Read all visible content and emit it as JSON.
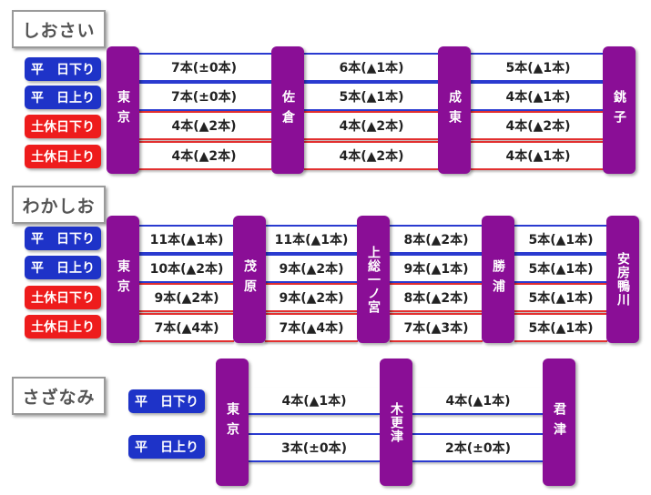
{
  "sections": [
    {
      "name": "しおさい",
      "rows": [
        "平　日下り",
        "平　日上り",
        "土休日下り",
        "土休日上り"
      ],
      "stations": [
        "東京",
        "佐倉",
        "成東",
        "銚子"
      ],
      "segments": [
        [
          "7本(±0本)",
          "7本(±0本)",
          "4本(▲2本)",
          "4本(▲2本)"
        ],
        [
          "6本(▲1本)",
          "5本(▲1本)",
          "4本(▲2本)",
          "4本(▲2本)"
        ],
        [
          "5本(▲1本)",
          "4本(▲1本)",
          "4本(▲2本)",
          "4本(▲1本)"
        ]
      ]
    },
    {
      "name": "わかしお",
      "rows": [
        "平　日下り",
        "平　日上り",
        "土休日下り",
        "土休日上り"
      ],
      "stations": [
        "東京",
        "茂原",
        "上総一ノ宮",
        "勝浦",
        "安房鴨川"
      ],
      "segments": [
        [
          "11本(▲1本)",
          "10本(▲2本)",
          "9本(▲2本)",
          "7本(▲4本)"
        ],
        [
          "11本(▲1本)",
          "9本(▲2本)",
          "9本(▲2本)",
          "7本(▲4本)"
        ],
        [
          "8本(▲2本)",
          "9本(▲1本)",
          "8本(▲2本)",
          "7本(▲3本)"
        ],
        [
          "5本(▲1本)",
          "5本(▲1本)",
          "5本(▲1本)",
          "5本(▲1本)"
        ]
      ]
    },
    {
      "name": "さざなみ",
      "rows": [
        "平　日下り",
        "平　日上り"
      ],
      "stations": [
        "東京",
        "木更津",
        "君津"
      ],
      "segments": [
        [
          "4本(▲1本)",
          "3本(±0本)"
        ],
        [
          "4本(▲1本)",
          "2本(±0本)"
        ]
      ]
    }
  ],
  "colors": {
    "weekday": "#1e33c8",
    "holiday": "#ee1c1c",
    "station": "#8a0e96"
  }
}
